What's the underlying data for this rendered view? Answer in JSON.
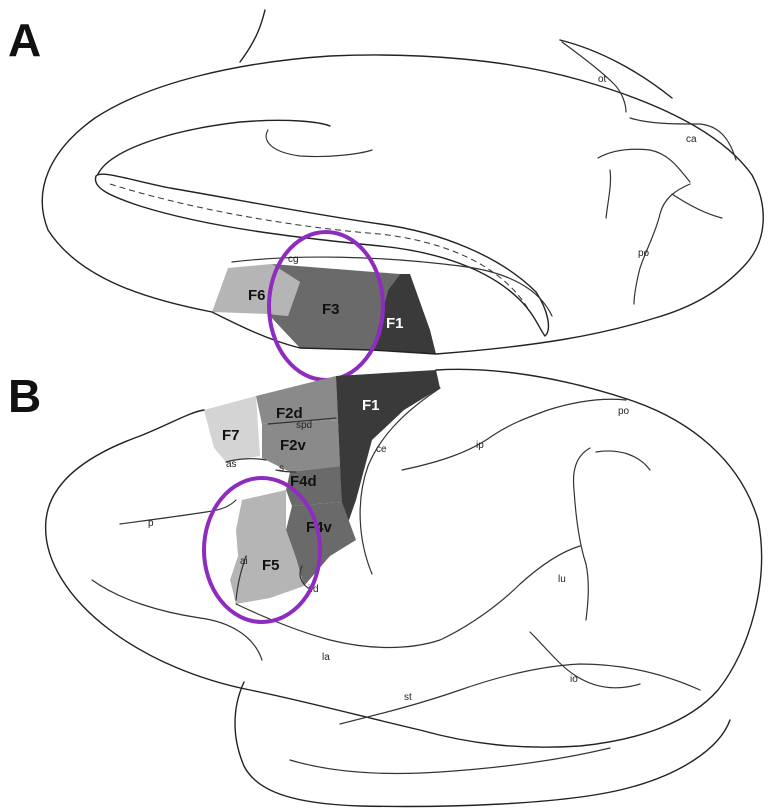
{
  "panels": {
    "a": {
      "letter": "A",
      "areas": [
        "F6",
        "F3",
        "F1"
      ],
      "sulci": [
        "ot",
        "ca",
        "po",
        "cg"
      ]
    },
    "b": {
      "letter": "B",
      "areas": [
        "F2d",
        "F1",
        "F7",
        "F2v",
        "F4d",
        "F4v",
        "F5"
      ],
      "sulci": [
        "spd",
        "ce",
        "as",
        "s",
        "ip",
        "po",
        "p",
        "ai",
        "ifd",
        "lu",
        "la",
        "io",
        "st"
      ]
    }
  },
  "colors": {
    "area_dark": "#3a3a3a",
    "area_mid": "#6a6a6a",
    "area_midlight": "#8a8a8a",
    "area_light": "#b5b5b5",
    "area_lightest": "#d4d4d4",
    "highlight": "#8e2cc0"
  }
}
